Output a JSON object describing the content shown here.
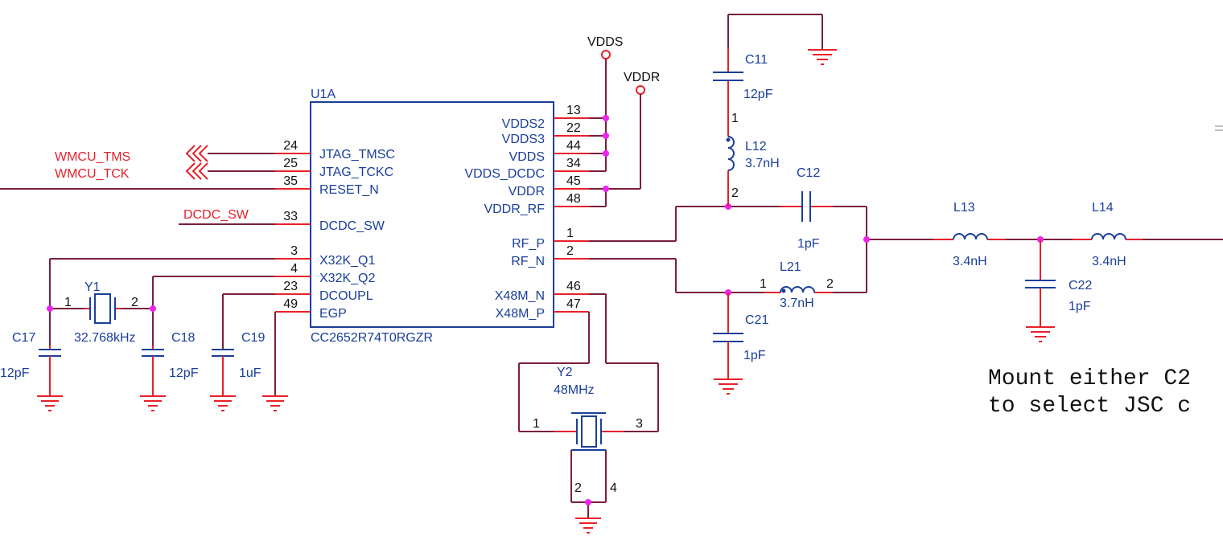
{
  "ic": {
    "ref": "U1A",
    "part": "CC2652R74T0RGZR",
    "left_pins": [
      {
        "num": "24",
        "name": "JTAG_TMSC"
      },
      {
        "num": "25",
        "name": "JTAG_TCKC"
      },
      {
        "num": "35",
        "name": "RESET_N"
      },
      {
        "num": "33",
        "name": "DCDC_SW"
      },
      {
        "num": "3",
        "name": "X32K_Q1"
      },
      {
        "num": "4",
        "name": "X32K_Q2"
      },
      {
        "num": "23",
        "name": "DCOUPL"
      },
      {
        "num": "49",
        "name": "EGP"
      }
    ],
    "right_pins": [
      {
        "num": "13",
        "name": "VDDS2"
      },
      {
        "num": "22",
        "name": "VDDS3"
      },
      {
        "num": "44",
        "name": "VDDS"
      },
      {
        "num": "34",
        "name": "VDDS_DCDC"
      },
      {
        "num": "45",
        "name": "VDDR"
      },
      {
        "num": "48",
        "name": "VDDR_RF"
      },
      {
        "num": "1",
        "name": "RF_P"
      },
      {
        "num": "2",
        "name": "RF_N"
      },
      {
        "num": "46",
        "name": "X48M_N"
      },
      {
        "num": "47",
        "name": "X48M_P"
      }
    ]
  },
  "power": {
    "vdds": "VDDS",
    "vddr": "VDDR"
  },
  "nets": {
    "tms": "WMCU_TMS",
    "tck": "WMCU_TCK",
    "dcdc": "DCDC_SW"
  },
  "components": {
    "y1": {
      "ref": "Y1",
      "value": "32.768kHz",
      "pin1": "1",
      "pin2": "2"
    },
    "c17": {
      "ref": "C17",
      "value": "12pF"
    },
    "c18": {
      "ref": "C18",
      "value": "12pF"
    },
    "c19": {
      "ref": "C19",
      "value": "1uF"
    },
    "y2": {
      "ref": "Y2",
      "value": "48MHz",
      "pin1": "1",
      "pin2": "2",
      "pin3": "3",
      "pin4": "4"
    },
    "c11": {
      "ref": "C11",
      "value": "12pF"
    },
    "l12": {
      "ref": "L12",
      "value": "3.7nH",
      "pin1": "1",
      "pin2": "2"
    },
    "c12": {
      "ref": "C12",
      "value": "1pF"
    },
    "l21": {
      "ref": "L21",
      "value": "3.7nH",
      "pin1": "1",
      "pin2": "2"
    },
    "c21": {
      "ref": "C21",
      "value": "1pF"
    },
    "l13": {
      "ref": "L13",
      "value": "3.4nH"
    },
    "l14": {
      "ref": "L14",
      "value": "3.4nH"
    },
    "c22": {
      "ref": "C22",
      "value": "1pF"
    }
  },
  "note": {
    "line1": "Mount either C2",
    "line2": "to select JSC c"
  }
}
